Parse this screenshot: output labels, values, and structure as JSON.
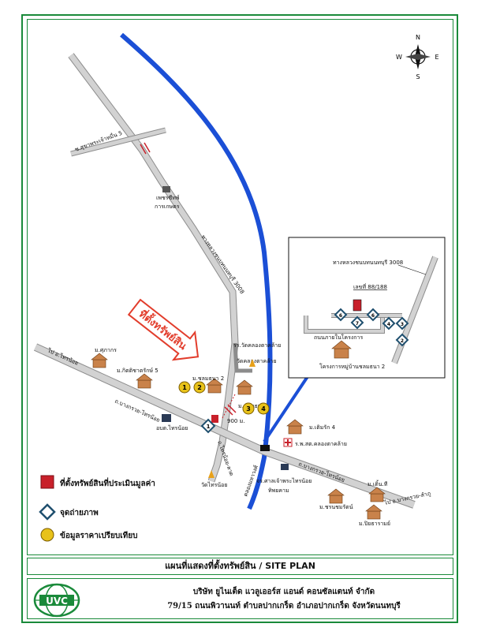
{
  "compass": {
    "n": "N",
    "s": "S",
    "e": "E",
    "w": "W"
  },
  "roads": {
    "highway_3008": "ทางหลวงชนบทนนทบุรี 3008",
    "road_bang_kruai_sai_noi_left": "ถ.บางกรวย-ไทรน้อย",
    "road_bang_kruai_sai_noi_right": "ถ.บางกรวย-ไทรน้อย",
    "to_sai_noi": "ไป อ.ไทรน้อย",
    "to_bang_kruai": "ไป อ.บางกรวย-ลำภู",
    "soi_upper": "ซ.สุขาพระเจ้าหมื่น 5",
    "soi_mid": "ถ.ไทรน้อย-ลาด",
    "canal_left": "คลองมหาวงศ์"
  },
  "pointer_label": "ที่ตั้งทรัพย์สิน",
  "distance": "900 ม.",
  "places": {
    "petrol": "เพชรซีทพ์",
    "farm": "การเกษตร",
    "school_upper": "รร.วัดคลองตาคล้าย",
    "temple_upper": "วัดคลองตาคล้าย",
    "village_sakon": "ม.ศุภากร",
    "village_kitti": "ม.กิตติชาตรักษ์ 5",
    "village_chomthana2": "ม.ชลมธนา 2",
    "village_chomthana": "ม.ชลมธนา",
    "district_office": "อบต.ไทรน้อย",
    "village_term4": "ม.เติมรัก 4",
    "clinic": "ร.พ.สต.คลองตาคล้าย",
    "temple_lower": "วัดไทรน้อย",
    "shrine": "จร.ศาลเจ้าพระไทรน้อย",
    "shrine2": "ทิพยคาม",
    "village_chonchom": "ม.ชรนชมรัตน์",
    "village_ti": "ม.เติ้น.ที",
    "village_piya": "ม.ปิยธารามย์"
  },
  "inset": {
    "road_label": "ทางหลวงชนบทนนทบุรี 3008",
    "subject_label": "เลขที่ 88/188",
    "soi_label": "ถนนภายในโครงการ",
    "project_label": "โครงการหมู่บ้านชลมธนา 2",
    "photo_points": [
      "6",
      "7",
      "6",
      "4",
      "3",
      "2"
    ]
  },
  "comparables": [
    "1",
    "2",
    "3",
    "4"
  ],
  "photo_point_main": "1",
  "legend": {
    "subject": "ที่ตั้งทรัพย์สินที่ประเมินมูลค่า",
    "photo": "จุดถ่ายภาพ",
    "comparable": "ข้อมูลราคาเปรียบเทียบ"
  },
  "title": "แผนที่แสดงที่ตั้งทรัพย์สิน / SITE PLAN",
  "company": {
    "logo_text": "UVC",
    "name": "บริษัท ยูไนเต็ด แวลูเออร์ส แอนด์ คอนซัลแตนท์ จำกัด",
    "address": "79/15  ถนนพิวานนท์  ตำบลปากเกร็ด  อำเภอปากเกร็ด  จังหวัดนนทบุรี"
  },
  "colors": {
    "frame": "#1a8a3a",
    "river": "#1b4fd6",
    "road": "#bfbfbf",
    "road_edge": "#8c8c8c",
    "subject": "#c8202a",
    "comparable": "#e8c21a",
    "photo": "#1f4f6e",
    "pointer": "#e23d2c"
  }
}
